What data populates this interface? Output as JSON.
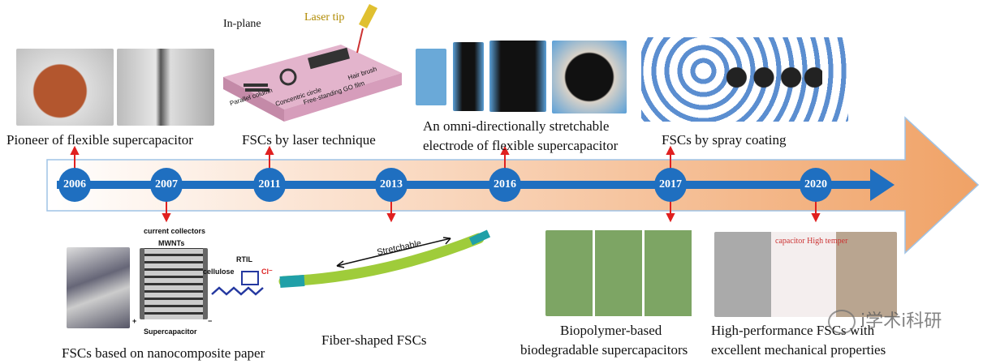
{
  "timeline": {
    "years": [
      "2006",
      "2007",
      "2011",
      "2013",
      "2016",
      "2017",
      "2020"
    ],
    "colors": {
      "line": "#1f6fc0",
      "arrow_band_end": "#f0a266",
      "pointer": "#e02020"
    }
  },
  "top_events": [
    {
      "year": "2006",
      "label": "Pioneer of flexible supercapacitor"
    },
    {
      "year": "2011",
      "label": "FSCs by laser technique"
    },
    {
      "year": "2016",
      "label_line1": "An omni-directionally stretchable",
      "label_line2": "electrode of flexible supercapacitor"
    },
    {
      "year": "2017",
      "label": "FSCs by spray coating"
    }
  ],
  "bottom_events": [
    {
      "year": "2007",
      "label": "FSCs based on nanocomposite paper"
    },
    {
      "year": "2013",
      "label": "Fiber-shaped FSCs"
    },
    {
      "year": "2017",
      "label_line1": "Biopolymer-based",
      "label_line2": "biodegradable supercapacitors"
    },
    {
      "year": "2020",
      "label_line1": "High-performance FSCs with",
      "label_line2": "excellent mechanical properties"
    }
  ],
  "figure_text": {
    "in_plane": "In-plane",
    "laser_tip": "Laser tip",
    "parallel_column": "Parallel column",
    "concentric_circle": "Concentric circle",
    "hair_brush": "Hair brush",
    "go_film": "Free-standing GO film",
    "current_collectors": "current collectors",
    "mwnts": "MWNTs",
    "cellulose": "cellulose",
    "rtil": "RTIL",
    "cl": "Cl⁻",
    "supercapacitor": "Supercapacitor",
    "plus": "+",
    "minus": "−",
    "stretchable": "Stretchable",
    "high_temp": "capacitor High temper"
  },
  "watermark": "i学术i科研"
}
